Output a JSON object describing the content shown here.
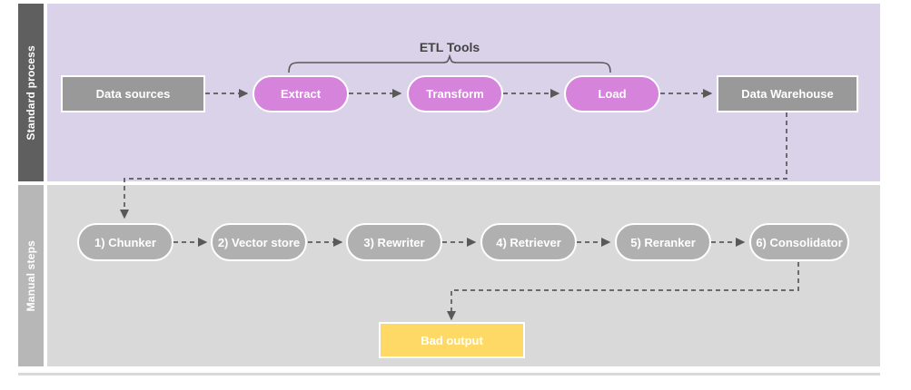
{
  "diagram": {
    "title_visible": false,
    "lanes": [
      {
        "id": "standard",
        "label": "Standard process",
        "band_color": "#5f5f5f",
        "body_color": "#d9d2e9"
      },
      {
        "id": "manual",
        "label": "Manual steps",
        "band_color": "#b7b7b7",
        "body_color": "#d9d9d9"
      }
    ],
    "annotations": [
      {
        "name": "etl-tools-bracket-label",
        "text": "ETL Tools",
        "spans": [
          "Extract",
          "Transform",
          "Load"
        ]
      }
    ],
    "standard_process_nodes": [
      {
        "id": "data-sources",
        "label": "Data sources",
        "shape": "rect",
        "color": "#999999"
      },
      {
        "id": "extract",
        "label": "Extract",
        "shape": "pill",
        "color": "#d683dc"
      },
      {
        "id": "transform",
        "label": "Transform",
        "shape": "pill",
        "color": "#d683dc"
      },
      {
        "id": "load",
        "label": "Load",
        "shape": "pill",
        "color": "#d683dc"
      },
      {
        "id": "data-warehouse",
        "label": "Data Warehouse",
        "shape": "rect",
        "color": "#999999"
      }
    ],
    "manual_steps_nodes": [
      {
        "id": "chunker",
        "label": "1) Chunker",
        "shape": "pill",
        "color": "#b0b0b0"
      },
      {
        "id": "vector-store",
        "label": "2) Vector store",
        "shape": "pill",
        "color": "#b0b0b0"
      },
      {
        "id": "rewriter",
        "label": "3) Rewriter",
        "shape": "pill",
        "color": "#b0b0b0"
      },
      {
        "id": "retriever",
        "label": "4) Retriever",
        "shape": "pill",
        "color": "#b0b0b0"
      },
      {
        "id": "reranker",
        "label": "5) Reranker",
        "shape": "pill",
        "color": "#b0b0b0"
      },
      {
        "id": "consolidator",
        "label": "6) Consolidator",
        "shape": "pill",
        "color": "#b0b0b0"
      }
    ],
    "output_nodes": [
      {
        "id": "bad-output",
        "label": "Bad output",
        "shape": "rect",
        "color": "#ffd966"
      }
    ],
    "edges": [
      {
        "from": "data-sources",
        "to": "extract",
        "style": "dashed"
      },
      {
        "from": "extract",
        "to": "transform",
        "style": "dashed"
      },
      {
        "from": "transform",
        "to": "load",
        "style": "dashed"
      },
      {
        "from": "load",
        "to": "data-warehouse",
        "style": "dashed"
      },
      {
        "from": "data-warehouse",
        "to": "chunker",
        "style": "dashed"
      },
      {
        "from": "chunker",
        "to": "vector-store",
        "style": "dashed"
      },
      {
        "from": "vector-store",
        "to": "rewriter",
        "style": "dashed"
      },
      {
        "from": "rewriter",
        "to": "retriever",
        "style": "dashed"
      },
      {
        "from": "retriever",
        "to": "reranker",
        "style": "dashed"
      },
      {
        "from": "reranker",
        "to": "consolidator",
        "style": "dashed"
      },
      {
        "from": "consolidator",
        "to": "bad-output",
        "style": "dashed"
      }
    ],
    "colors": {
      "edge": "#595959",
      "node_text": "#ffffff",
      "annotation_text": "#434343",
      "node_border": "#ffffff",
      "footer_rule": "#d9d9d9"
    }
  }
}
